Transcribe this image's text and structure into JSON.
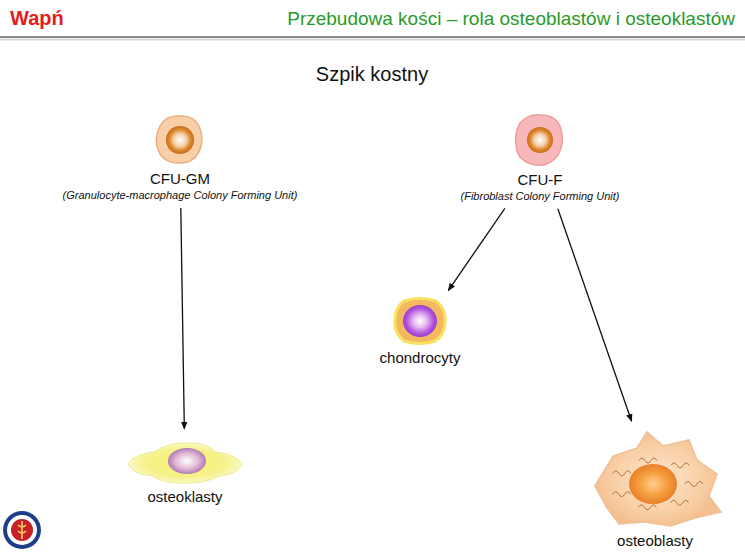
{
  "diagram": {
    "title": "Przebudowa kości – rola osteoblastów i osteoklastów",
    "nodes": [
      {
        "text": [
          "CFU-GM",
          "(Granulocyte-macrophage Colony Forming Unit)"
        ]
      },
      {
        "text": [
          "CFU-F",
          "(Fibroblast Colony Forming Unit)"
        ]
      },
      {
        "text": [
          "chondrocyty"
        ]
      },
      {
        "text": [
          "osteoklasty"
        ]
      },
      {
        "text": [
          "osteoblasty"
        ]
      }
    ],
    "edges": [
      {
        "from": 0,
        "to": 3,
        "arrow": "to"
      },
      {
        "from": 1,
        "to": 2,
        "arrow": "to"
      },
      {
        "from": 1,
        "to": 4,
        "arrow": "to"
      }
    ],
    "labels": [
      "Wapń",
      "Szpik kostny"
    ]
  }
}
